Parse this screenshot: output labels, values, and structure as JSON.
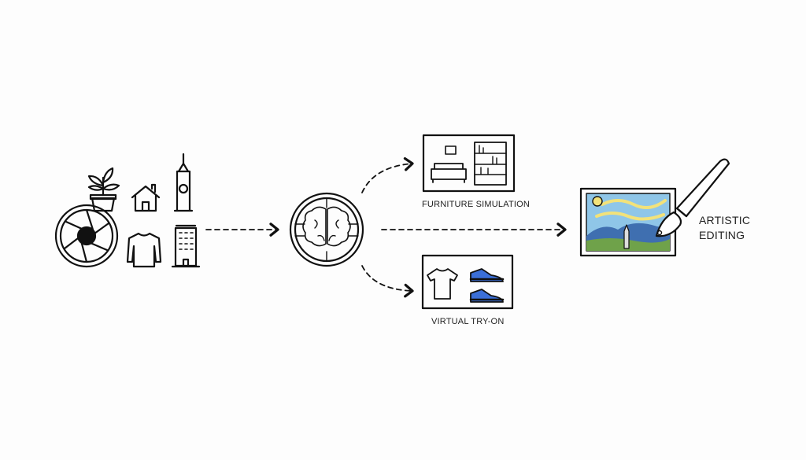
{
  "labels": {
    "furniture": "FURNITURE SIMULATION",
    "tryon": "VIRTUAL TRY-ON",
    "artistic_line1": "ARTISTIC",
    "artistic_line2": "EDITING"
  },
  "colors": {
    "stroke": "#111111",
    "shoe_blue": "#3b6fd8",
    "sky": "#8fc6e8",
    "star": "#f2e27a",
    "hills": "#3f6fb0",
    "grass": "#6fa24a"
  }
}
